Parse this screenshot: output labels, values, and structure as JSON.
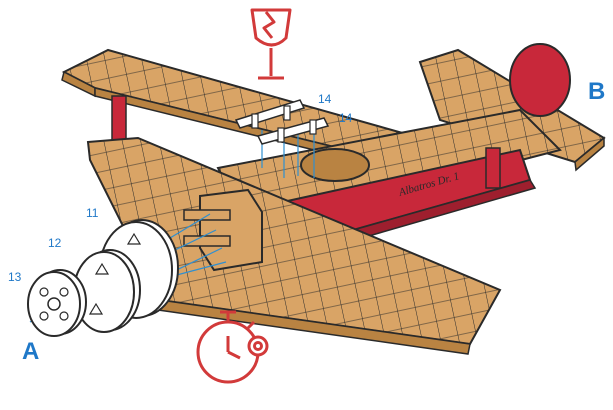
{
  "colors": {
    "wood": "#d9a466",
    "wood_dark": "#b98342",
    "red": "#c8283a",
    "red_dark": "#9e1f2e",
    "outline": "#2a2a2a",
    "blue": "#2f8fd0",
    "label_blue": "#1f78c8",
    "icon_red": "#d23a3a"
  },
  "labels": {
    "a": "A",
    "b": "B",
    "part_11": "11",
    "part_12": "12",
    "part_13": "13",
    "part_14_top": "14",
    "part_14_bottom": "14"
  },
  "fuselage_text": "Albatros Dr. 1",
  "icons": {
    "fragile": "fragile-glass-icon",
    "time": "stopwatch-gear-icon"
  }
}
